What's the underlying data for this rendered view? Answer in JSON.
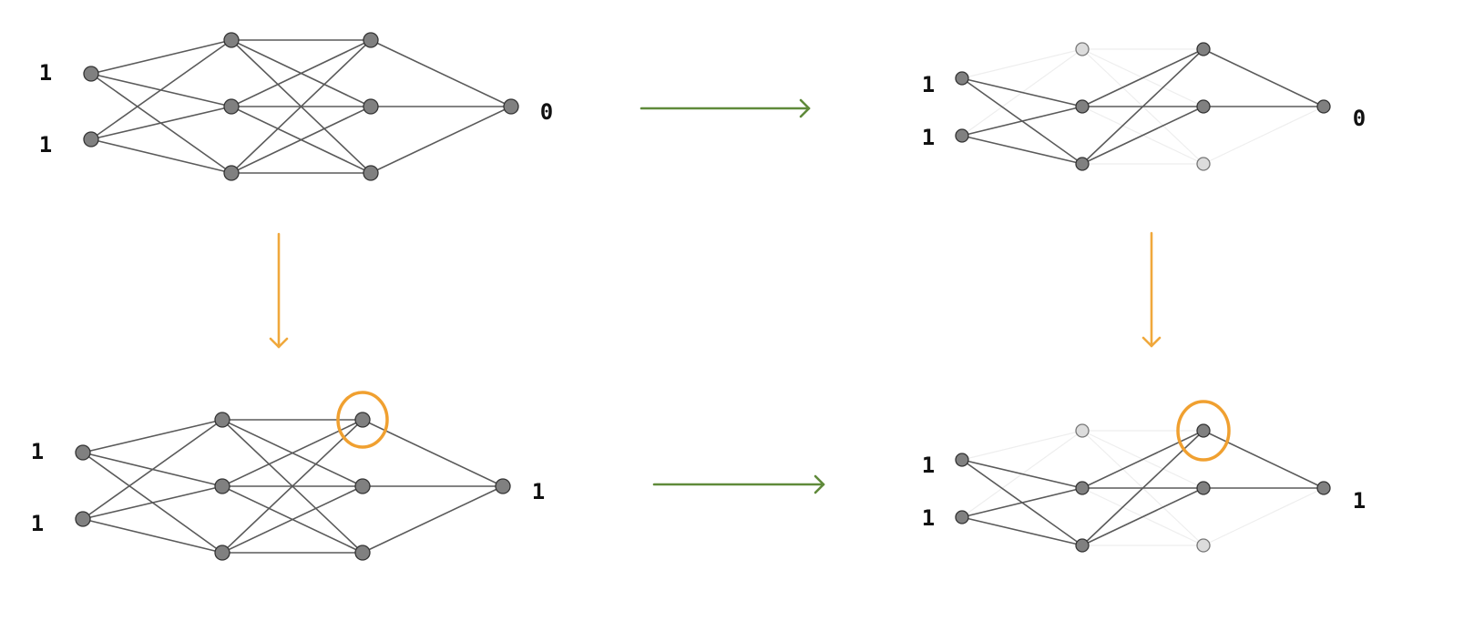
{
  "colors": {
    "node_active": "#808080",
    "node_inactive": "#dcdcdc",
    "node_stroke": "#333333",
    "node_stroke_inactive": "#777777",
    "edge_active": "#5a5a5a",
    "edge_inactive": "#eeeeee",
    "arrow_horizontal": "#5f8a3a",
    "arrow_vertical": "#f0a83c",
    "highlight": "#f0a030",
    "text": "#111111"
  },
  "panels": [
    {
      "id": "full-original",
      "inputs": [
        "1",
        "1"
      ],
      "output": "0",
      "dropped_hidden1": [],
      "dropped_hidden2": [],
      "highlight_hidden2_index": null
    },
    {
      "id": "dropout-original",
      "inputs": [
        "1",
        "1"
      ],
      "output": "0",
      "dropped_hidden1": [
        0
      ],
      "dropped_hidden2": [
        2
      ],
      "highlight_hidden2_index": null
    },
    {
      "id": "full-modified",
      "inputs": [
        "1",
        "1"
      ],
      "output": "1",
      "dropped_hidden1": [],
      "dropped_hidden2": [],
      "highlight_hidden2_index": 0
    },
    {
      "id": "dropout-modified",
      "inputs": [
        "1",
        "1"
      ],
      "output": "1",
      "dropped_hidden1": [
        0
      ],
      "dropped_hidden2": [
        2
      ],
      "highlight_hidden2_index": 0
    }
  ],
  "arrows": [
    {
      "id": "top-horizontal",
      "kind": "horizontal"
    },
    {
      "id": "bottom-horizontal",
      "kind": "horizontal"
    },
    {
      "id": "left-vertical",
      "kind": "vertical"
    },
    {
      "id": "right-vertical",
      "kind": "vertical"
    }
  ]
}
